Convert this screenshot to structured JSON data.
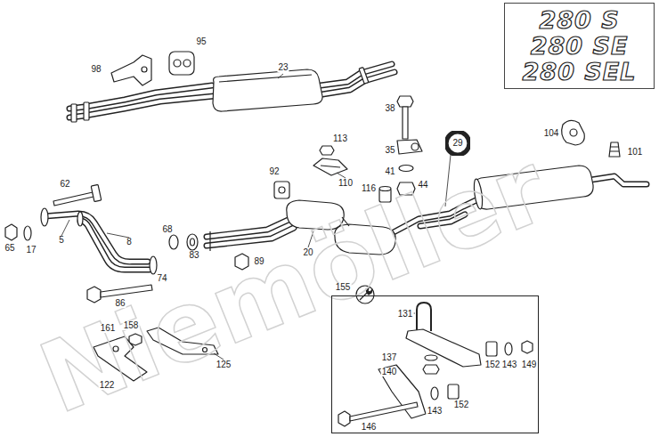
{
  "diagram": {
    "nodes": [
      {
        "text": [
          "280 S",
          "280 SE",
          "280 SEL"
        ]
      },
      {
        "text": [
          "29"
        ]
      },
      {
        "text": [
          "155",
          "131",
          "137",
          "140",
          "152",
          "143",
          "149",
          "143",
          "152",
          "146"
        ]
      }
    ],
    "labels": [
      "98",
      "95",
      "23",
      "38",
      "35",
      "104",
      "101",
      "113",
      "110",
      "92",
      "41",
      "44",
      "116",
      "62",
      "65",
      "17",
      "5",
      "8",
      "68",
      "83",
      "74",
      "89",
      "20",
      "86",
      "161",
      "158",
      "122",
      "125",
      "Niemöller"
    ]
  }
}
